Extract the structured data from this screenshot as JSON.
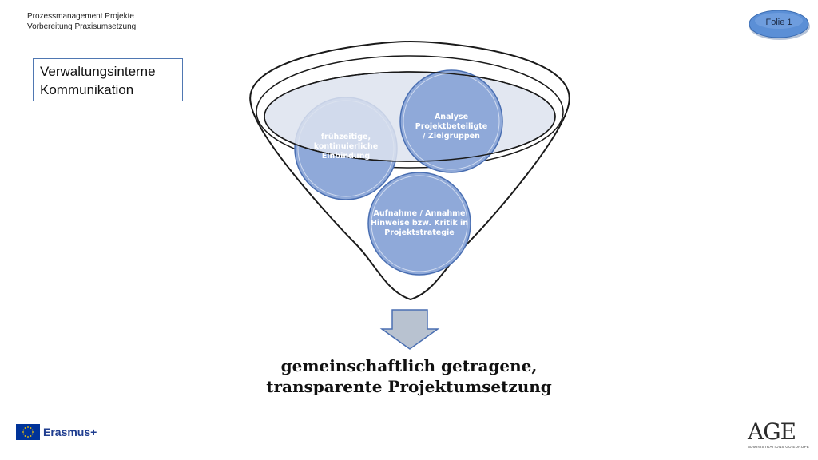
{
  "header": {
    "line1": "Prozessmanagement Projekte",
    "line2": "Vorbereitung Praxisumsetzung"
  },
  "slide_badge": "Folie 1",
  "topic_box": {
    "line1": "Verwaltungsinterne",
    "line2": "Kommunikation"
  },
  "circles": [
    {
      "line1": "frühzeitige,",
      "line2": "kontinuierliche",
      "line3": "Einbindung"
    },
    {
      "line1": "Analyse Projektbeteiligte",
      "line2": "/ Zielgruppen"
    },
    {
      "line1": "Aufnahme / Annahme",
      "line2": "Hinweise bzw. Kritik in",
      "line3": "Projektstrategie"
    }
  ],
  "result": {
    "line1": "gemeinschaftlich getragene,",
    "line2": "transparente Projektumsetzung"
  },
  "footer": {
    "erasmus_label": "Erasmus+",
    "age_logo_text": "AGE",
    "age_logo_subtitle": "ADMINISTRATIONS GO EUROPE"
  },
  "colors": {
    "circle_fill": "#8fa9d9",
    "circle_border": "#4a6fb2",
    "ellipse_fill": "#dde3ef",
    "accent": "#4f77b2"
  },
  "icons": [
    "down-arrow-icon",
    "eu-flag-icon"
  ]
}
